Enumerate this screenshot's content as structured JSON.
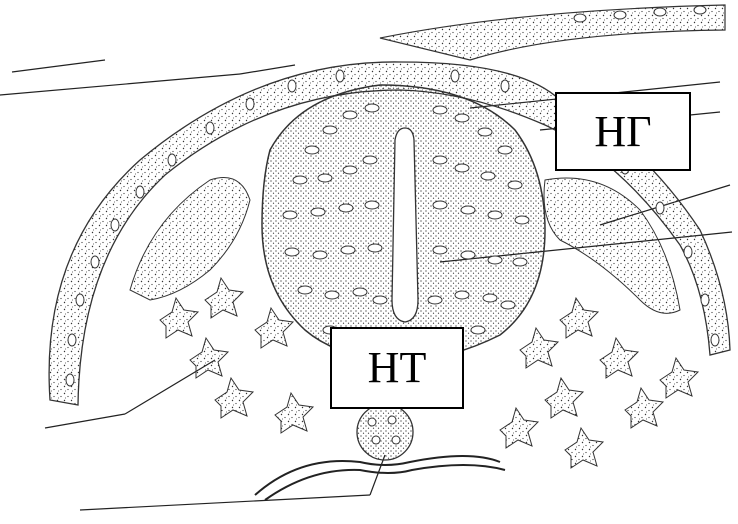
{
  "labels": {
    "neural_groove": "НГ",
    "neural_tube": "НТ"
  },
  "colors": {
    "background": "#ffffff",
    "ink": "#2a2a2a",
    "box_border": "#000000"
  },
  "icons": [
    "embryo-cross-section-illustration"
  ]
}
